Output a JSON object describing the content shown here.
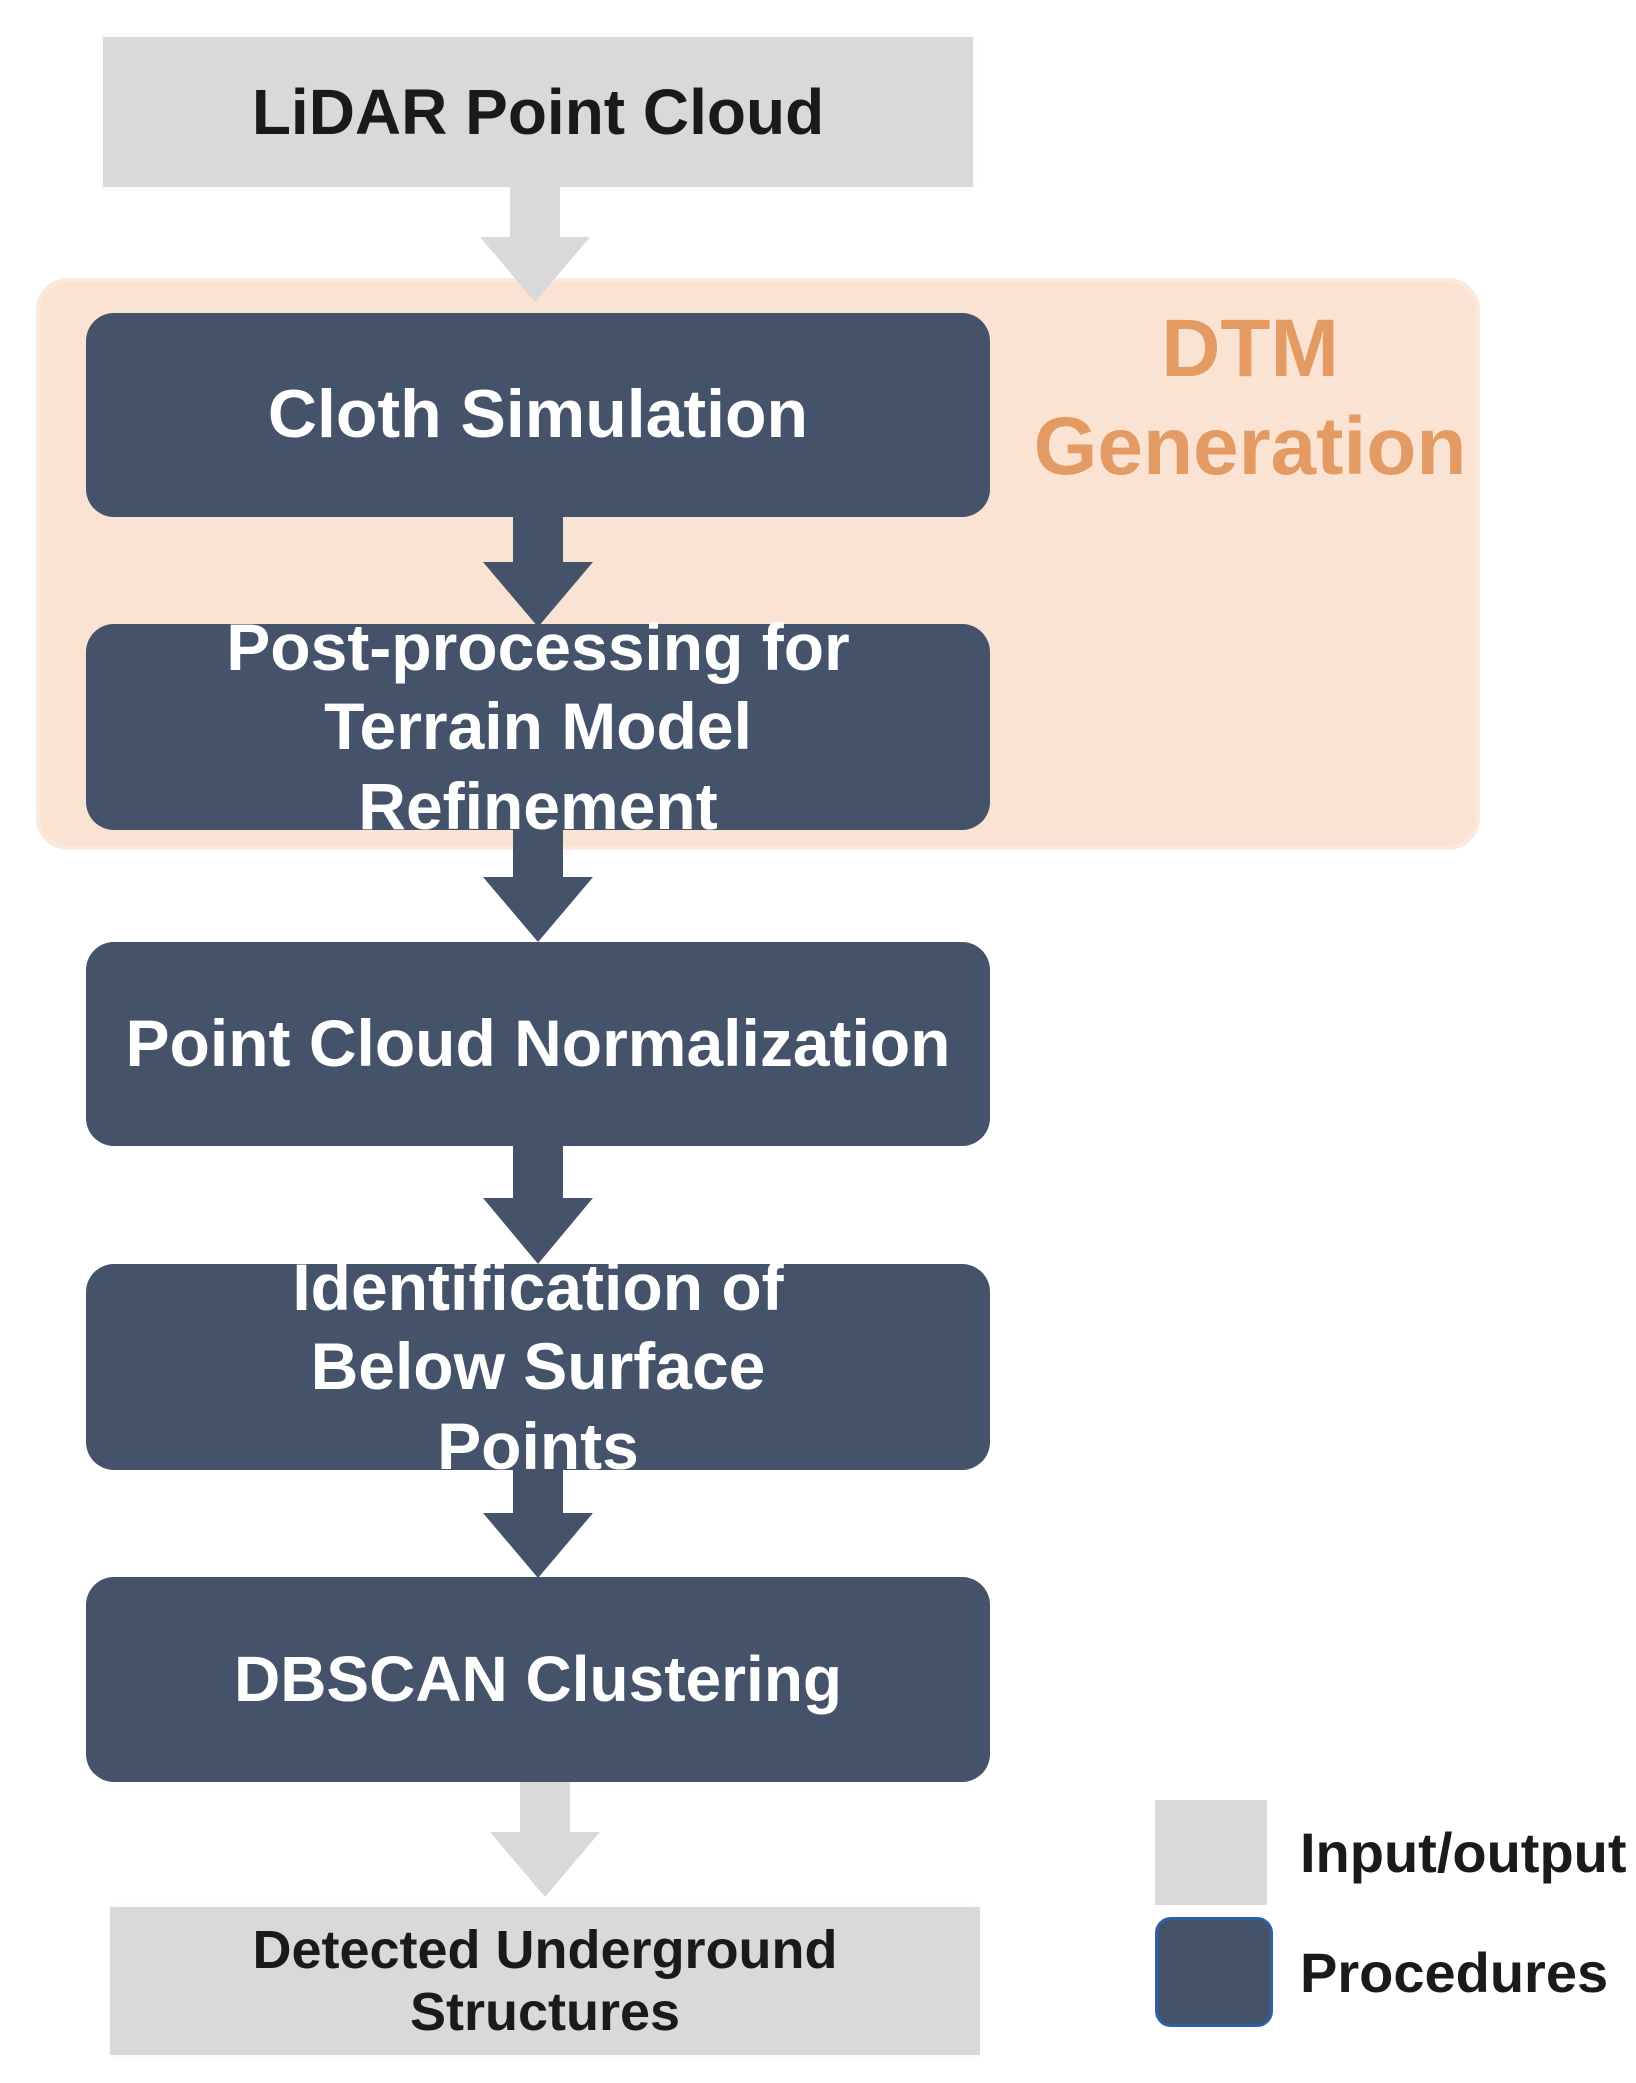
{
  "colors": {
    "io_fill": "#d9d9d9",
    "procedure_fill": "#44536a",
    "group_fill": "#fbe3d3",
    "group_label": "#e49b63",
    "io_arrow": "#d9d9d9",
    "procedure_arrow": "#44536a"
  },
  "input": {
    "label": "LiDAR Point Cloud"
  },
  "group": {
    "label": "DTM Generation"
  },
  "steps": [
    {
      "label": "Cloth Simulation"
    },
    {
      "label": "Post-processing for Terrain Model Refinement"
    },
    {
      "label": "Point Cloud Normalization"
    },
    {
      "label": "Identification of Below Surface Points"
    },
    {
      "label": "DBSCAN Clustering"
    }
  ],
  "output": {
    "label": "Detected Underground Structures"
  },
  "legend": {
    "items": [
      {
        "label": "Input/output",
        "kind": "io"
      },
      {
        "label": "Procedures",
        "kind": "procedure"
      }
    ]
  }
}
